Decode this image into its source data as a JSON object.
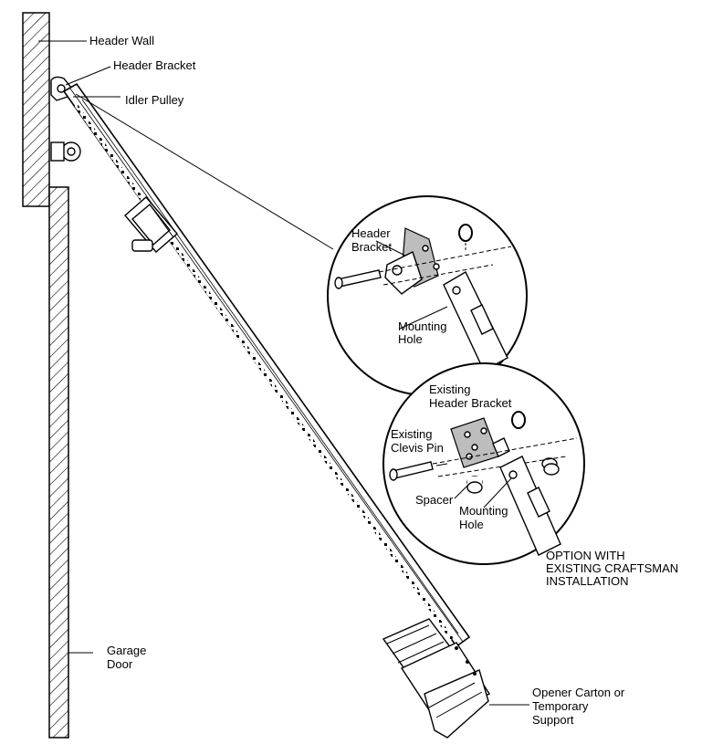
{
  "labels": {
    "header_wall": "Header Wall",
    "header_bracket": "Header Bracket",
    "idler_pulley": "Idler Pulley",
    "garage_door_1": "Garage",
    "garage_door_2": "Door",
    "detail1_bracket_1": "Header",
    "detail1_bracket_2": "Bracket",
    "detail1_hole_1": "Mounting",
    "detail1_hole_2": "Hole",
    "detail2_bracket_1": "Existing",
    "detail2_bracket_2": "Header Bracket",
    "detail2_pin_1": "Existing",
    "detail2_pin_2": "Clevis Pin",
    "detail2_spacer": "Spacer",
    "detail2_hole_1": "Mounting",
    "detail2_hole_2": "Hole",
    "option_1": "OPTION WITH",
    "option_2": "EXISTING CRAFTSMAN",
    "option_3": "INSTALLATION",
    "support_1": "Opener Carton or",
    "support_2": "Temporary",
    "support_3": "Support"
  }
}
